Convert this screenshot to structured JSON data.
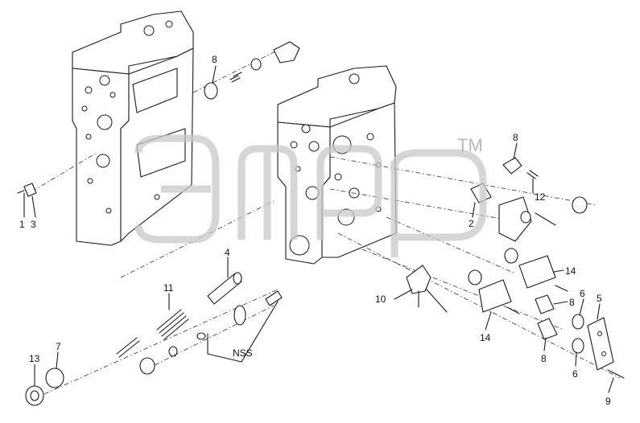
{
  "labels": {
    "l1": "1",
    "l2": "2",
    "l3": "3",
    "l4": "4",
    "l5": "5",
    "l6a": "6",
    "l6b": "6",
    "l7": "7",
    "l8a": "8",
    "l8b": "8",
    "l8c": "8",
    "l8d": "8",
    "l9": "9",
    "l10": "10",
    "l11": "11",
    "l12": "12",
    "l13": "13",
    "l14a": "14",
    "l14b": "14",
    "nss": "NSS"
  },
  "watermark": {
    "mark": "TM"
  }
}
